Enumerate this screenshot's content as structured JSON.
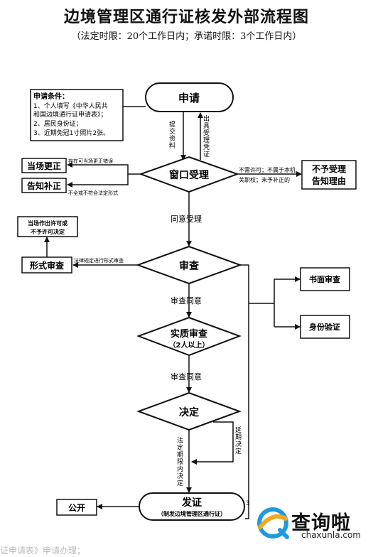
{
  "title": "边境管理区通行证核发外部流程图",
  "subtitle": "（法定时限：20个工作日内；承诺时限：3个工作日内）",
  "conditions": {
    "heading": "申请条件：",
    "lines": [
      "1、个人填写《中华人民共",
      "和国边境通行证申请表》；",
      "2、居民身份证；",
      "3、近期免冠1寸照片2张。"
    ]
  },
  "nodes": {
    "apply": "申请",
    "window": "窗口受理",
    "review": "审查",
    "substantive": "实质审查",
    "substantive_note": "（2人以上）",
    "decide": "决定",
    "issue": "发证",
    "issue_note": "（制发边境管理区通行证）",
    "reject": [
      "不予受理",
      "告知理由"
    ],
    "correct_now": "当场更正",
    "notify_fix": "告知补正",
    "formal_review": "形式审查",
    "instant_decision": [
      "当场作出许可或",
      "不予许可决定"
    ],
    "written_review": "书面审查",
    "id_verify": "身份验证",
    "publish": "公开"
  },
  "labels": {
    "submit": "提交资料",
    "receipt": "出具受理凭证",
    "correctable": "存在可当场更正错误",
    "incomplete": "不全或不符合法定形式",
    "not_required_1": "不需许可；不属于本机",
    "not_required_2": "关职权；未予补正的",
    "agree_accept": "同意受理",
    "formal_law": "法律规定进行形式审查",
    "agree_review_1": "审查同意",
    "agree_review_2": "审查同意",
    "postpone": "延期决定",
    "legal_period": "法定期限内决定",
    "page_mark": "3"
  },
  "watermark": {
    "text": "查询啦",
    "url": "chaxunla.com"
  },
  "footer_fragment": "证申请表》申请办理；"
}
